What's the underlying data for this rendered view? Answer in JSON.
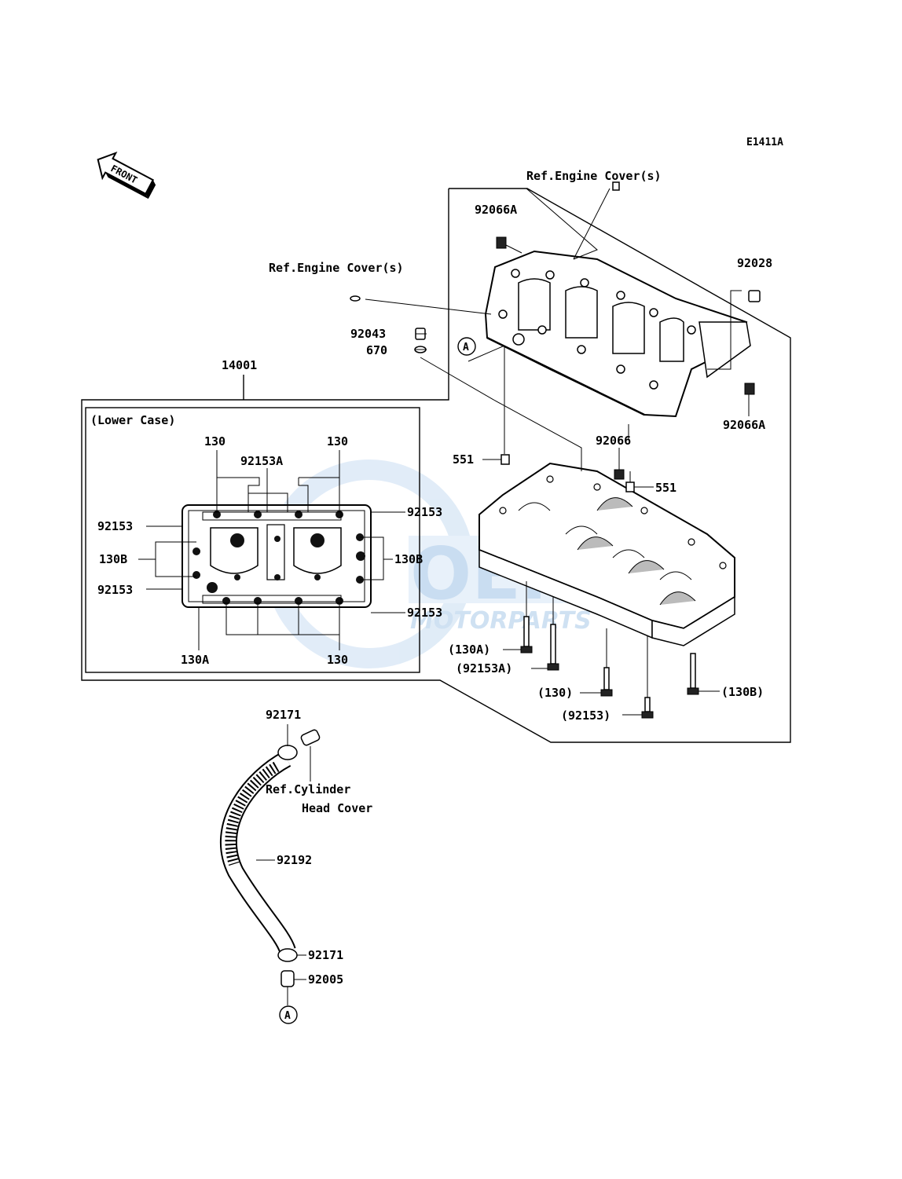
{
  "diagram_id": "E1411A",
  "front_arrow": {
    "text": "FRONT",
    "icon": "front-direction-arrow-icon"
  },
  "watermark": {
    "logo_text": "OEM",
    "sub_text": "MOTORPARTS",
    "color": "#9ec3e6"
  },
  "refs": {
    "engine_cover_top": "Ref.Engine Cover(s)",
    "engine_cover_left": "Ref.Engine Cover(s)",
    "cylinder_head_cover_line1": "Ref.Cylinder",
    "cylinder_head_cover_line2": "Head Cover"
  },
  "lower_case": {
    "group_label": "14001",
    "title": "(Lower Case)",
    "labels": {
      "bolt_130_tl": "130",
      "washer_92153A_top": "92153A",
      "bolt_130_tr": "130",
      "washer_92153_lt": "92153",
      "washer_92153_rt": "92153",
      "bolt_130B_l": "130B",
      "bolt_130B_r": "130B",
      "washer_92153_lb": "92153",
      "washer_92153_rb": "92153",
      "bolt_130A_bl": "130A",
      "bolt_130_br": "130"
    }
  },
  "parts": {
    "p92066A_top": "92066A",
    "p92028": "92028",
    "p92043": "92043",
    "p670": "670",
    "p92066A_right": "92066A",
    "p551_left": "551",
    "p92066": "92066",
    "p551_right": "551",
    "p130A_paren": "(130A)",
    "p92153A_paren": "(92153A)",
    "p130_paren": "(130)",
    "p92153_paren": "(92153)",
    "p130B_paren": "(130B)",
    "p92171_top": "92171",
    "p92192": "92192",
    "p92171_bottom": "92171",
    "p92005": "92005"
  },
  "markers": {
    "a_top": "A",
    "a_bottom": "A"
  }
}
